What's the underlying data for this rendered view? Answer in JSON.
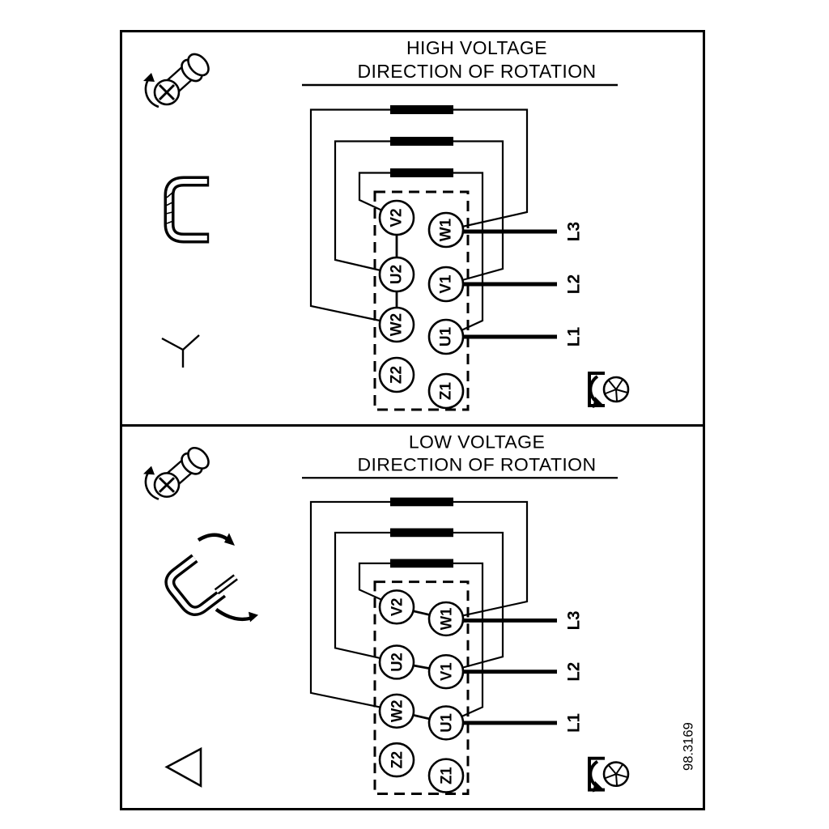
{
  "figure_ref": "98.3169",
  "panels": [
    {
      "id": "high-voltage",
      "title_line1": "HIGH VOLTAGE",
      "title_line2": "DIRECTION OF ROTATION",
      "connection_symbol": "star",
      "terminals_left": [
        "V2",
        "U2",
        "W2",
        "Z2"
      ],
      "terminals_right": [
        "W1",
        "V1",
        "U1",
        "Z1"
      ],
      "supply_lines": [
        "L3",
        "L2",
        "L1"
      ]
    },
    {
      "id": "low-voltage",
      "title_line1": "LOW VOLTAGE",
      "title_line2": "DIRECTION OF ROTATION",
      "connection_symbol": "delta",
      "terminals_left": [
        "V2",
        "U2",
        "W2",
        "Z2"
      ],
      "terminals_right": [
        "W1",
        "V1",
        "U1",
        "Z1"
      ],
      "supply_lines": [
        "L3",
        "L2",
        "L1"
      ]
    }
  ],
  "icons": {
    "screw": "screw-rotation-icon",
    "jumper": "jumper-icon",
    "star": "star-symbol",
    "delta": "delta-symbol",
    "jumper_reposition": "jumper-reposition-icon",
    "rotation_direction": "rotation-direction-icon"
  },
  "colors": {
    "line": "#000000",
    "background": "#ffffff"
  }
}
